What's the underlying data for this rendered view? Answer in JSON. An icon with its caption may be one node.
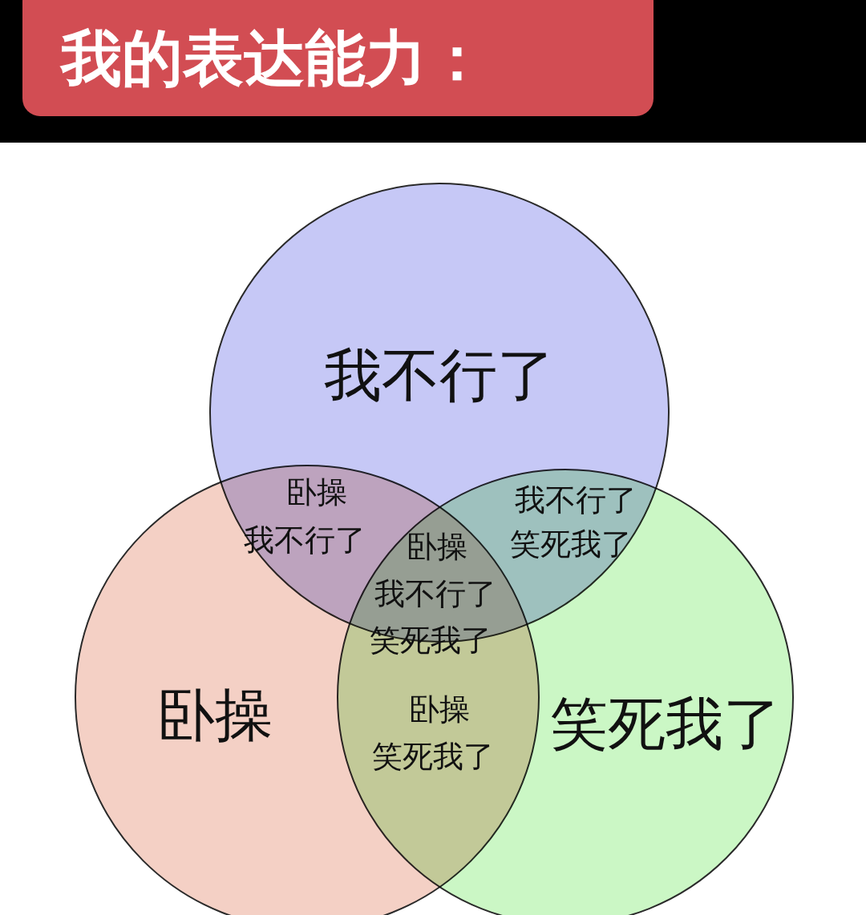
{
  "diagram": {
    "title": "我的表达能力：",
    "nodes": [
      {
        "text": [
          "我不行了"
        ]
      },
      {
        "text": [
          "卧操"
        ]
      },
      {
        "text": [
          "笑死我了"
        ]
      }
    ],
    "labels": [
      "卧操",
      "我不行了",
      "我不行了",
      "笑死我了",
      "卧操",
      "我不行了",
      "笑死我了",
      "卧操",
      "笑死我了"
    ]
  }
}
